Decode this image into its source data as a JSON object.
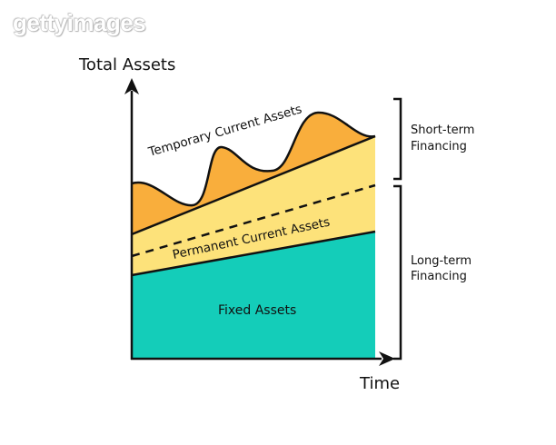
{
  "watermark": "gettyimages",
  "diagram": {
    "y_axis_label": "Total Assets",
    "x_axis_label": "Time",
    "regions": {
      "temporary": "Temporary Current Assets",
      "permanent": "Permanent Current Assets",
      "fixed": "Fixed Assets"
    },
    "brackets": {
      "short_term_line1": "Short-term",
      "short_term_line2": "Financing",
      "long_term_line1": "Long-term",
      "long_term_line2": "Financing"
    },
    "colors": {
      "fixed": "#14CDB9",
      "permanent": "#FDE27A",
      "temporary": "#F9AE3C",
      "line": "#111111"
    }
  }
}
